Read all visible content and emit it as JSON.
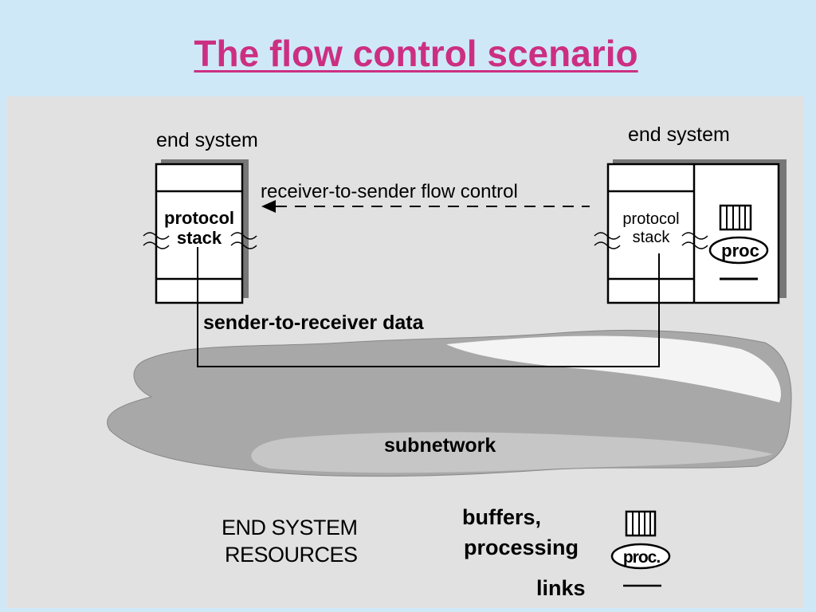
{
  "title": "The flow control scenario",
  "diagram": {
    "left_system_label": "end system",
    "right_system_label": "end system",
    "left_stack_line1": "protocol",
    "left_stack_line2": "stack",
    "right_stack_line1": "protocol",
    "right_stack_line2": "stack",
    "right_proc_label": "proc",
    "feedback_label": "receiver-to-sender flow control",
    "data_label": "sender-to-receiver data",
    "network_label": "subnetwork"
  },
  "legend": {
    "heading_line1": "END SYSTEM",
    "heading_line2": "RESOURCES",
    "buffers_line1": "buffers,",
    "buffers_line2": "processing",
    "proc_label": "proc.",
    "links_label": "links"
  }
}
